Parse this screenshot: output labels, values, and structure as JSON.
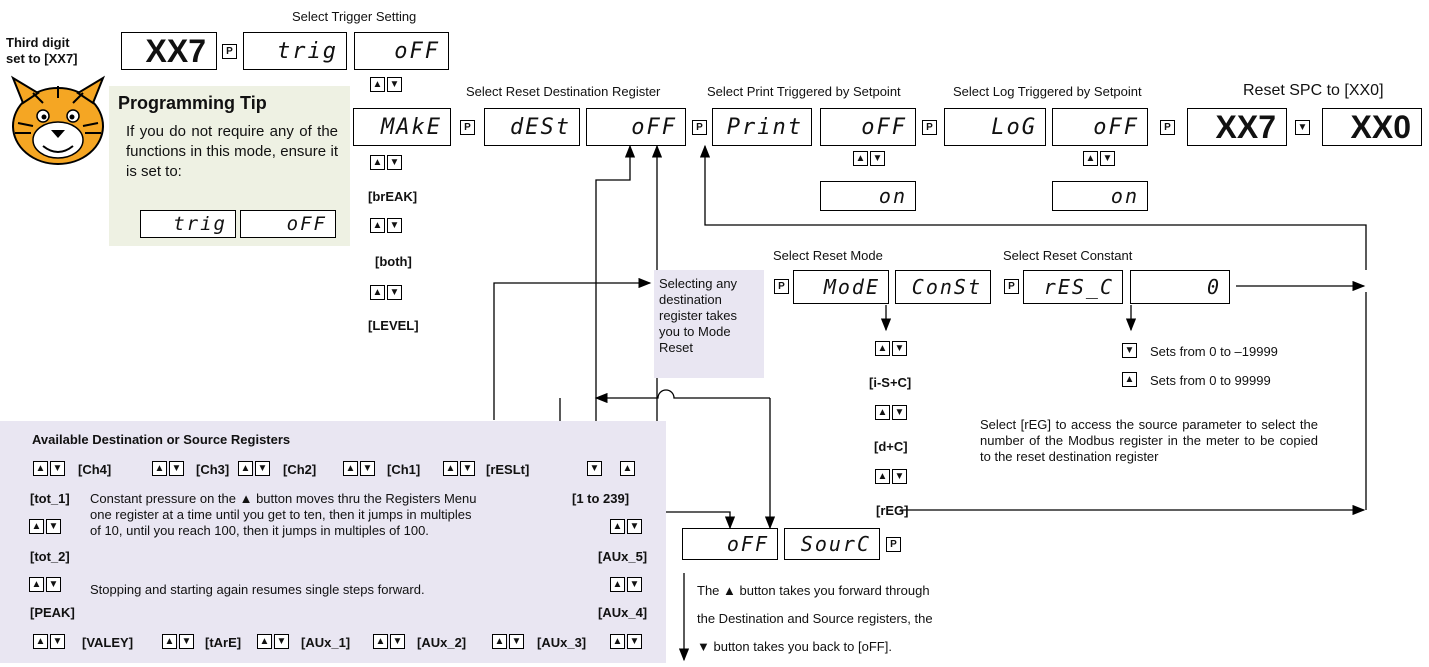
{
  "header": {
    "third_digit": "Third digit\nset to [XX7]",
    "select_trigger": "Select Trigger Setting",
    "select_reset_dest": "Select Reset Destination Register",
    "select_print": "Select Print Triggered by Setpoint",
    "select_log": "Select Log Triggered by Setpoint",
    "reset_spc": "Reset SPC to [XX0]"
  },
  "displays": {
    "xx7_a": "XX7",
    "trig": "trig",
    "off_a": "oFF",
    "mAkE": "MAkE",
    "dEST": "dESt",
    "off_b": "oFF",
    "print": "Print",
    "off_c": "oFF",
    "on_a": "on",
    "log": "LoG",
    "off_d": "oFF",
    "on_b": "on",
    "xx7_b": "XX7",
    "xx0": "XX0",
    "mode": "ModE",
    "const": "ConSt",
    "res_c": "rES_C",
    "zero": "0",
    "off_e": "oFF",
    "sourc": "SourC",
    "tip_trig": "trig",
    "tip_off": "oFF"
  },
  "keys": {
    "p": "P",
    "up": "▲",
    "down": "▼"
  },
  "tip": {
    "title": "Programming Tip",
    "body": "If you do not require any of the functions in this mode, ensure it is set to:"
  },
  "make_options": [
    "[brEAK]",
    "[both]",
    "[LEVEL]"
  ],
  "reset_mode": {
    "label": "Select Reset Mode",
    "constant_label": "Select Reset Constant",
    "options": [
      "[i-S+C]",
      "[d+C]",
      "[rEG]"
    ],
    "sets_neg": "Sets from 0 to –19999",
    "sets_pos": "Sets from 0 to 99999",
    "reg_note": "Select [rEG] to access the source parameter to select the number of the Modbus register in the meter to be copied to the reset destination register"
  },
  "callout": "Selecting any destination register takes you to Mode Reset",
  "registers": {
    "title": "Available Destination or Source Registers",
    "row1": [
      "[Ch4]",
      "[Ch3]",
      "[Ch2]",
      "[Ch1]",
      "[rESLt]"
    ],
    "left": [
      "[tot_1]",
      "[tot_2]",
      "[PEAK]"
    ],
    "right": [
      "[1 to 239]",
      "[AUx_5]",
      "[AUx_4]"
    ],
    "row_bottom": [
      "[VALEY]",
      "[tArE]",
      "[AUx_1]",
      "[AUx_2]",
      "[AUx_3]"
    ],
    "note1": "Constant pressure on the ▲ button moves thru the Registers Menu one register at a time until you get to ten, then it jumps in multiples of 10, until you reach 100, then it jumps in multiples of 100.",
    "note2": "Stopping and starting again resumes single steps forward."
  },
  "bottom_note": {
    "line1": "The ▲ button takes you forward through",
    "line2": "the Destination and Source registers, the",
    "line3": "▼ button takes you back to [oFF]."
  }
}
